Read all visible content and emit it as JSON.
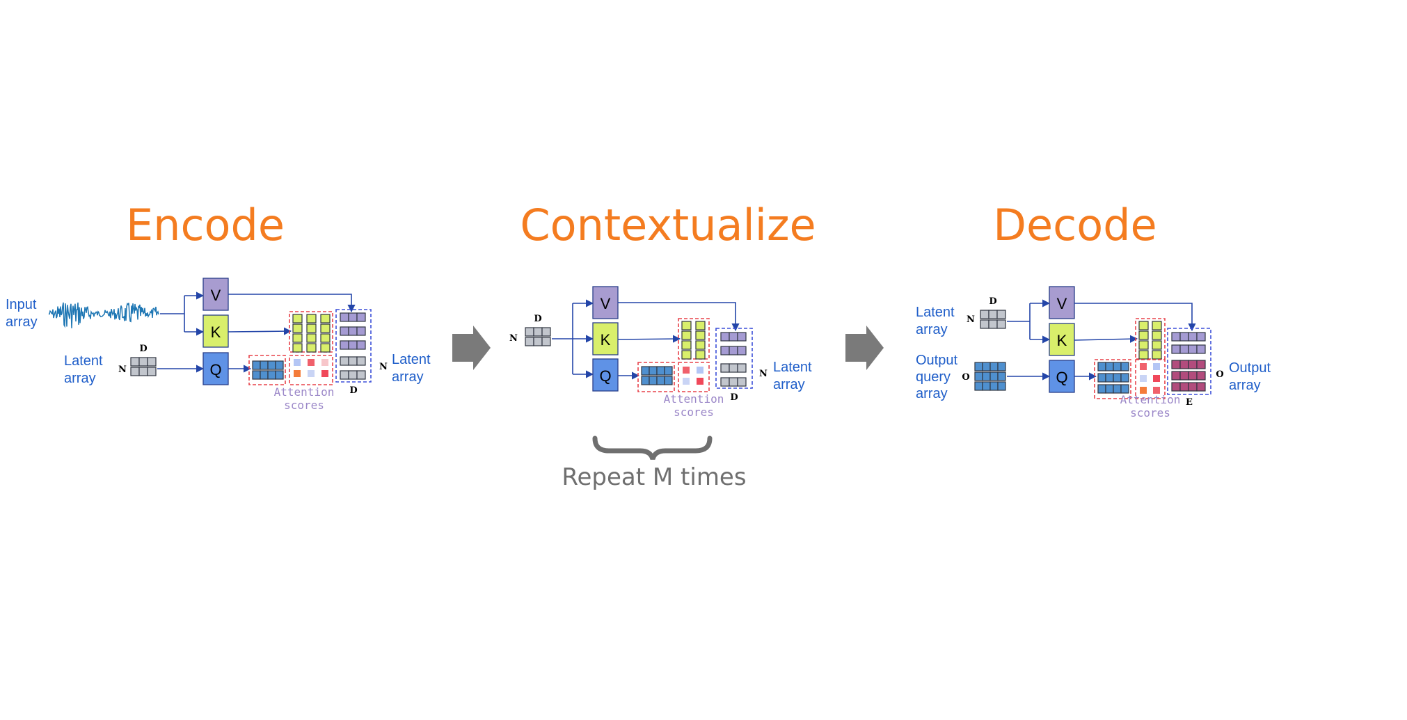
{
  "stages": [
    {
      "title": "Encode",
      "input_label": [
        "Input",
        "array"
      ],
      "latent_label": [
        "Latent",
        "array"
      ],
      "latent_dim_d": "D",
      "latent_dim_n": "N",
      "output_label": [
        "Latent",
        "array"
      ],
      "output_dim_n": "N",
      "output_dim_d": "D",
      "attention_label": [
        "Attention",
        "scores"
      ]
    },
    {
      "title": "Contextualize",
      "input_dim_d": "D",
      "input_dim_n": "N",
      "output_label": [
        "Latent",
        "array"
      ],
      "output_dim_n": "N",
      "output_dim_d": "D",
      "attention_label": [
        "Attention",
        "scores"
      ],
      "repeat_label": "Repeat M times"
    },
    {
      "title": "Decode",
      "latent_label": [
        "Latent",
        "array"
      ],
      "latent_dim_d": "D",
      "latent_dim_n": "N",
      "query_label": [
        "Output",
        "query",
        "array"
      ],
      "query_dim_o": "O",
      "output_label": [
        "Output",
        "array"
      ],
      "output_dim_o": "O",
      "output_dim_e": "E",
      "attention_label": [
        "Attention",
        "scores"
      ]
    }
  ],
  "qkv": {
    "v": "V",
    "k": "K",
    "q": "Q"
  },
  "colors": {
    "title": "#f47c20",
    "label": "#1f5ec9",
    "attention_label": "#9b87c8",
    "arrow_line": "#2345a8",
    "stage_arrow": "#7a7a7a",
    "v_box": "#a89cd0",
    "k_box": "#d9ef6b",
    "q_box": "#5f92e6",
    "latent_cell": "#c2c6cd",
    "query_cell": "#4f90cf",
    "value_cell": "#a59bd3",
    "key_cell": "#d9ef6b",
    "output_cell": "#b24c7d",
    "waveform": "#1f77b4",
    "red_dash": "#e8424a",
    "blue_dash": "#3b4fd9"
  }
}
